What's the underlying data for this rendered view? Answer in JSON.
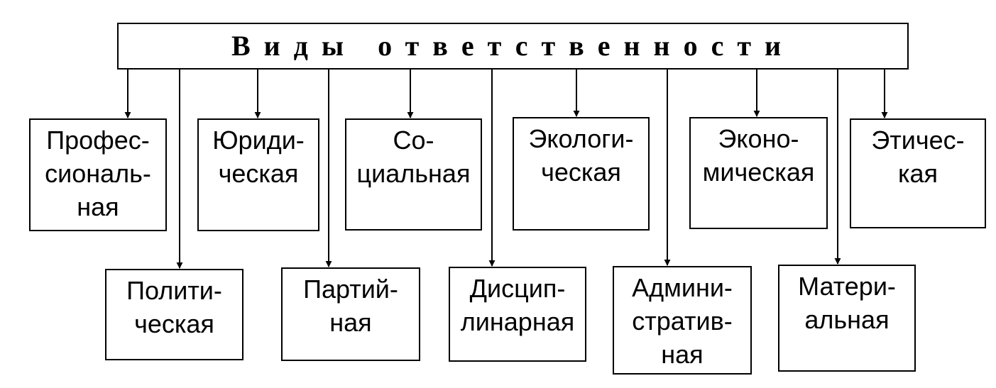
{
  "diagram": {
    "title": "Виды ответственности",
    "top_row": [
      {
        "id": "professional",
        "label": "Профес-\nсиональ-\nная"
      },
      {
        "id": "legal",
        "label": "Юриди-\nческая"
      },
      {
        "id": "social",
        "label": "Со-\nциальная"
      },
      {
        "id": "ecological",
        "label": "Экологи-\nческая"
      },
      {
        "id": "economic",
        "label": "Эконо-\nмическая"
      },
      {
        "id": "ethical",
        "label": "Этичес-\nкая"
      }
    ],
    "bottom_row": [
      {
        "id": "political",
        "label": "Полити-\nческая"
      },
      {
        "id": "party",
        "label": "Партий-\nная"
      },
      {
        "id": "disciplinary",
        "label": "Дисцип-\nлинарная"
      },
      {
        "id": "administrative",
        "label": "Админи-\nстратив-\nная"
      },
      {
        "id": "material",
        "label": "Матери-\nальная"
      }
    ]
  }
}
